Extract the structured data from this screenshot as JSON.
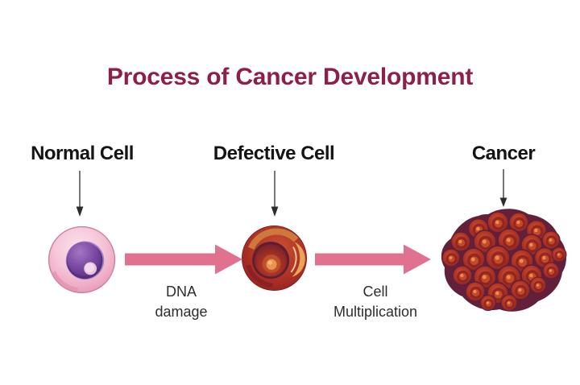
{
  "title": "Process of Cancer Development",
  "stages": [
    {
      "label": "Normal Cell"
    },
    {
      "label": "Defective Cell"
    },
    {
      "label": "Cancer"
    }
  ],
  "transitions": [
    {
      "line1": "DNA",
      "line2": "damage"
    },
    {
      "line1": "Cell",
      "line2": "Multiplication"
    }
  ],
  "colors": {
    "title": "#8E1F4B",
    "stage_label": "#141414",
    "flow_arrow_pink": "#E0718F",
    "pointer_arrow": "#3B3B3B",
    "normal_cell_body": "#F4C2D6",
    "normal_cell_nucleus": "#7C4AA4",
    "normal_cell_nucleolus": "#F3D7EA",
    "defective_cell_body": "#A93226",
    "defective_cell_accent": "#E2954E",
    "cancer_cell_red": "#B23A24",
    "cancer_crevice_purple": "#5E1F3A"
  }
}
